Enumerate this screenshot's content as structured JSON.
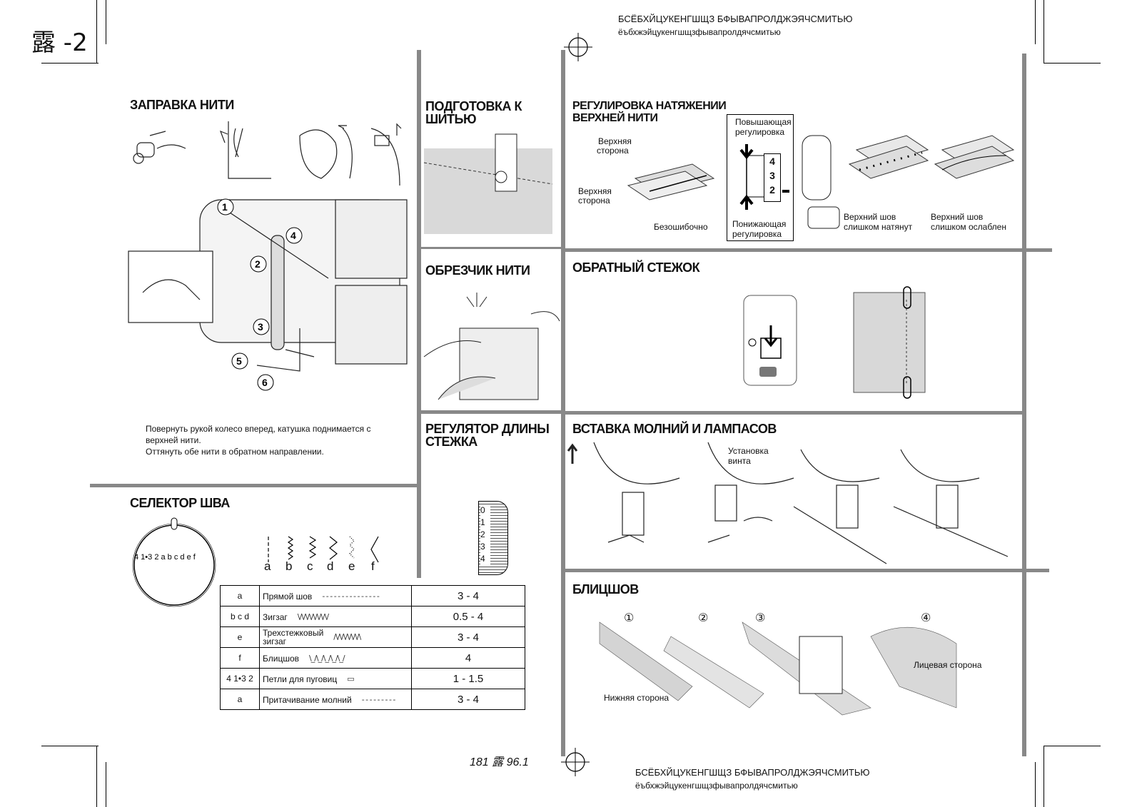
{
  "page": {
    "corner_label": "露 -2",
    "footer_code": "181 露  96.1"
  },
  "header_text": {
    "line1": "БСЁБХЙЦУКЕНГШЩЗ БФЫВАПРОЛДЖЭЯЧСМИТЬЮ",
    "line2": "ёъбхжэйцукенгшщзфывапролдячсмитью"
  },
  "footer_text": {
    "line1": "БСЁБХЙЦУКЕНГШЩЗ БФЫВАПРОЛДЖЭЯЧСМИТЬЮ",
    "line2": "ёъбхжэйцукенгшщзфывапролдячсмитью"
  },
  "threading": {
    "title": "ЗАПРАВКА  НИТИ",
    "steps": [
      "1",
      "2",
      "3",
      "4",
      "5",
      "6"
    ],
    "note_line1": "Повернуть рукой колесо вперед, катушка поднимается с",
    "note_line2": "верхней нити.",
    "note_line3": "Оттянуть обе нити в обратном направлении."
  },
  "prep": {
    "title_line1": "ПОДГОТОВКА  К",
    "title_line2": "ШИТЬЮ"
  },
  "cutter": {
    "title": "ОБРЕЗЧИК  НИТИ"
  },
  "stitch_length": {
    "title_line1": "РЕГУЛЯТОР ДЛИНЫ",
    "title_line2": "СТЕЖКА",
    "dial": [
      "0",
      "1",
      "2",
      "3",
      "4"
    ]
  },
  "tension": {
    "title_line1": "РЕГУЛИРОВКА НАТЯЖЕНИИ",
    "title_line2": "ВЕРХНЕЙ НИТИ",
    "upper_side_a1": "Верхняя",
    "upper_side_a2": "сторона",
    "upper_side_b1": "Верхняя",
    "upper_side_b2": "сторона",
    "perfect": "Безошибочно",
    "raise1": "Повышающая",
    "raise2": "регулировка",
    "lower1": "Понижающая",
    "lower2": "регулировка",
    "dial": [
      "4",
      "3",
      "2"
    ],
    "tight1": "Верхний шов",
    "tight2": "слишком натянут",
    "loose1": "Верхний шов",
    "loose2": "слишком ослаблен"
  },
  "reverse": {
    "title": "ОБРАТНЫЙ СТЕЖОК"
  },
  "zipper": {
    "title": "ВСТАВКА МОЛНИЙ И ЛАМПАСОВ",
    "screw1": "Установка",
    "screw2": "винта"
  },
  "blind": {
    "title": "БЛИЦШОВ",
    "steps": [
      "①",
      "②",
      "③",
      "④"
    ],
    "under_side": "Нижняя  сторона",
    "face_side": "Лицевая сторона"
  },
  "selector": {
    "title": "СЕЛЕКТОР ШВА",
    "dial_labels": "4  1•3  2  a  b  c  d  e  f",
    "pattern_letters": [
      "a",
      "b",
      "c",
      "d",
      "e",
      "f"
    ],
    "rows": [
      {
        "code": "a",
        "name": "Прямой шов",
        "pattern": "- - - - - - - - - - - - - - -",
        "value": "3 - 4"
      },
      {
        "code": "b c d",
        "name": "Зигзаг",
        "pattern": "\\/\\/\\/\\/\\/\\/\\/\\/",
        "value": "0.5 - 4"
      },
      {
        "code": "e",
        "name": "Трехстежковый\nзигзаг",
        "pattern": "/\\/\\/\\/\\/\\/\\/\\",
        "value": "3 - 4"
      },
      {
        "code": "f",
        "name": "Блицшов",
        "pattern": "\\_/\\_/\\_/\\_/\\_/",
        "value": "4"
      },
      {
        "code": "4 1•3 2",
        "name": "Петли для пуговиц",
        "pattern": "▭",
        "value": "1 - 1.5"
      },
      {
        "code": "a",
        "name": "Притачивание молний",
        "pattern": "- - - - - - - - -",
        "value": "3 - 4"
      }
    ]
  }
}
